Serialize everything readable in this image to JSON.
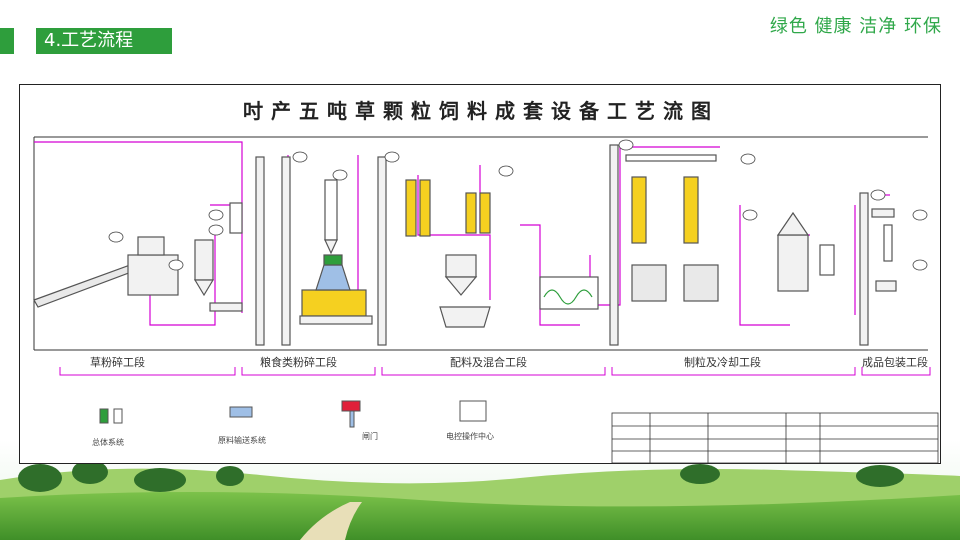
{
  "header": {
    "section_title": "4.工艺流程",
    "slogan": "绿色 健康 洁净 环保"
  },
  "diagram": {
    "title": "吋产五吨草颗粒饲料成套设备工艺流图",
    "stages": [
      "草粉碎工段",
      "粮食类粉碎工段",
      "配料及混合工段",
      "制粒及冷却工段",
      "成品包装工段"
    ],
    "legend": [
      "总体系统",
      "原料输送系统",
      "闸门",
      "电控操作中心"
    ]
  },
  "colors": {
    "brand_green": "#2e9e3c",
    "slogan_green": "#30a84a",
    "pipe_magenta": "#d400d4",
    "bin_yellow": "#f5d020",
    "equipment_gray": "#777777"
  }
}
